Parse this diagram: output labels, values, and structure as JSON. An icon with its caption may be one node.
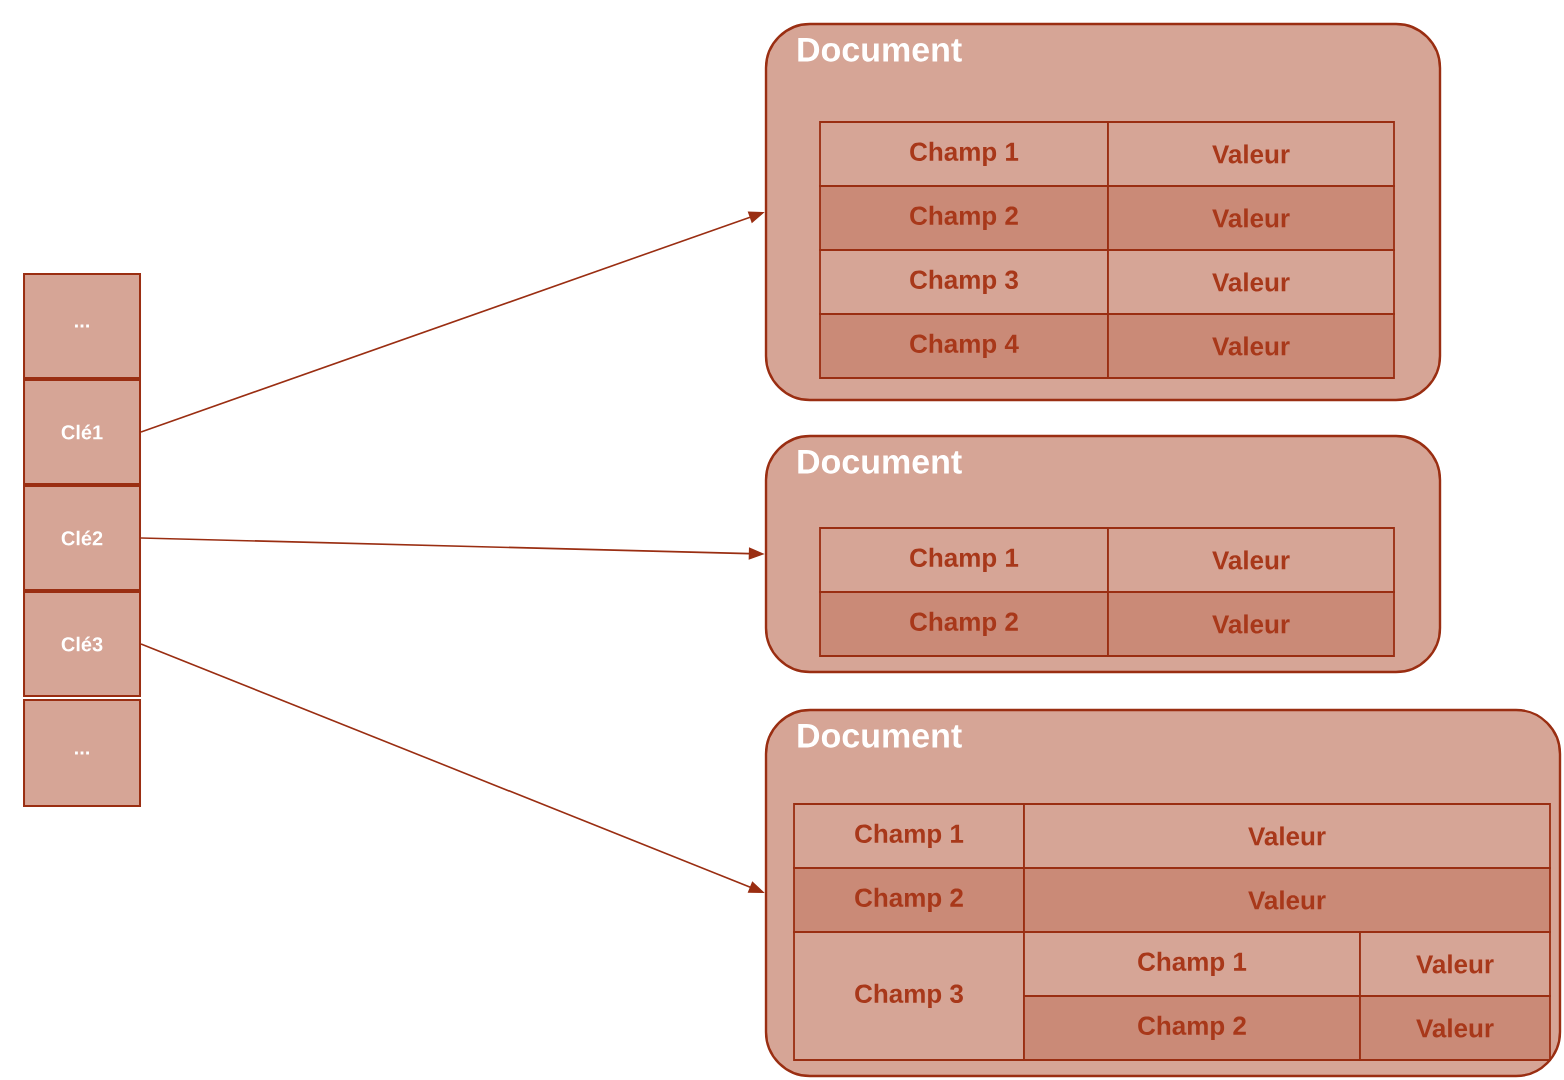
{
  "diagram": {
    "nodes": [
      {
        "text": [
          "..."
        ]
      },
      {
        "text": [
          "Clé1"
        ]
      },
      {
        "text": [
          "Clé2"
        ]
      },
      {
        "text": [
          "Clé3"
        ]
      },
      {
        "text": [
          "..."
        ]
      },
      {
        "text": [
          "Document"
        ]
      },
      {
        "text": [
          "Champ 1"
        ],
        "in": 5
      },
      {
        "text": [
          "Valeur"
        ],
        "in": 5
      },
      {
        "text": [
          "Champ 2"
        ],
        "in": 5
      },
      {
        "text": [
          "Valeur"
        ],
        "in": 5
      },
      {
        "text": [
          "Champ 3"
        ],
        "in": 5
      },
      {
        "text": [
          "Valeur"
        ],
        "in": 5
      },
      {
        "text": [
          "Champ 4"
        ],
        "in": 5
      },
      {
        "text": [
          "Valeur"
        ],
        "in": 5
      },
      {
        "text": [
          "Document"
        ]
      },
      {
        "text": [
          "Champ 1"
        ],
        "in": 14
      },
      {
        "text": [
          "Valeur"
        ],
        "in": 14
      },
      {
        "text": [
          "Champ 2"
        ],
        "in": 14
      },
      {
        "text": [
          "Valeur"
        ],
        "in": 14
      },
      {
        "text": [
          "Document"
        ]
      },
      {
        "text": [
          "Champ 1"
        ],
        "in": 19
      },
      {
        "text": [
          "Valeur"
        ],
        "in": 19
      },
      {
        "text": [
          "Champ 2"
        ],
        "in": 19
      },
      {
        "text": [
          "Valeur"
        ],
        "in": 19
      },
      {
        "text": [
          "Champ 3"
        ],
        "in": 19
      },
      {
        "text": [
          "Champ 1"
        ],
        "in": 19
      },
      {
        "text": [
          "Valeur"
        ],
        "in": 19
      },
      {
        "text": [
          "Champ 2"
        ],
        "in": 19
      },
      {
        "text": [
          "Valeur"
        ],
        "in": 19
      }
    ],
    "edges": [
      {
        "from": 1,
        "to": 5,
        "arrow": "to"
      },
      {
        "from": 2,
        "to": 14,
        "arrow": "to"
      },
      {
        "from": 3,
        "to": 19,
        "arrow": "to"
      }
    ]
  }
}
